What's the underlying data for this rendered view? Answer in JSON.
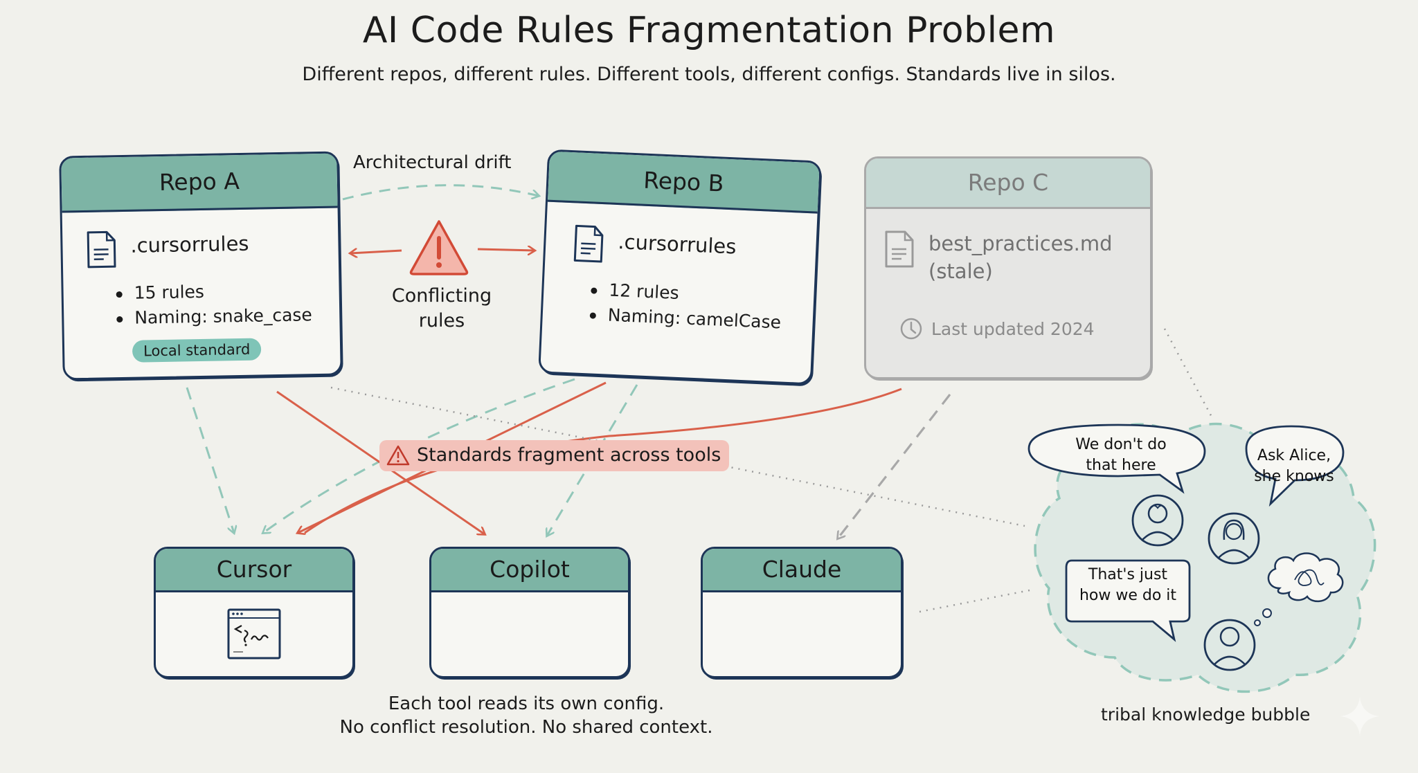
{
  "header": {
    "title": "AI Code Rules Fragmentation Problem",
    "subtitle": "Different repos, different rules. Different tools, different configs. Standards live in silos."
  },
  "colors": {
    "background": "#f1f1ec",
    "card_header_teal": "#7db4a5",
    "outline_navy": "#1d3557",
    "conflict_red": "#d9604a",
    "drift_teal_dashed": "#92c7b9",
    "stale_gray": "#a9a9a9",
    "warning_pill": "#f3c2ba",
    "badge_teal": "#7fc4b7"
  },
  "repos": [
    {
      "name": "Repo A",
      "file_icon": "document-icon",
      "file": ".cursorrules",
      "rules": [
        "15 rules",
        "Naming: snake_case"
      ],
      "badge": "Local standard",
      "state": "active"
    },
    {
      "name": "Repo B",
      "file_icon": "document-icon",
      "file": ".cursorrules",
      "rules": [
        "12 rules",
        "Naming: camelCase"
      ],
      "state": "active"
    },
    {
      "name": "Repo C",
      "file_icon": "document-icon",
      "file": "best_practices.md",
      "file_note": "(stale)",
      "status_icon": "clock-icon",
      "status": "Last updated 2024",
      "state": "stale"
    }
  ],
  "annotations": {
    "drift": "Architectural drift",
    "conflict_icon": "warning-triangle-icon",
    "conflict_line1": "Conflicting",
    "conflict_line2": "rules",
    "fragment_icon": "warning-triangle-icon",
    "fragment": "Standards fragment across tools"
  },
  "tools": [
    {
      "name": "Cursor",
      "icon": "code-window-icon"
    },
    {
      "name": "Copilot"
    },
    {
      "name": "Claude"
    }
  ],
  "tools_caption": {
    "line1": "Each tool reads its own config.",
    "line2": "No conflict resolution. No shared context."
  },
  "tribal": {
    "bubbles": [
      {
        "line1": "We don't do",
        "line2": "that here"
      },
      {
        "line1": "Ask Alice,",
        "line2": "she knows"
      },
      {
        "line1": "That's just",
        "line2": "how we do it"
      }
    ],
    "people_icons": [
      "person-icon",
      "person-female-icon",
      "person-icon"
    ],
    "thought_icon": "tangled-thought-icon",
    "label": "tribal knowledge bubble"
  }
}
